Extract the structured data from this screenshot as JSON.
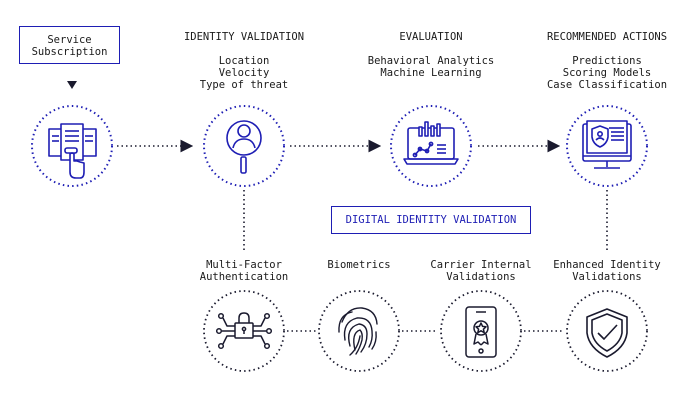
{
  "service_box": {
    "lines": [
      "Service",
      "Subscription"
    ]
  },
  "top_stages": [
    {
      "title": "IDENTITY VALIDATION",
      "items": [
        "Location",
        "Velocity",
        "Type of threat"
      ]
    },
    {
      "title": "EVALUATION",
      "items": [
        "Behavioral Analytics",
        "Machine Learning"
      ]
    },
    {
      "title": "RECOMMENDED ACTIONS",
      "items": [
        "Predictions",
        "Scoring Models",
        "Case Classification"
      ]
    }
  ],
  "center_label": "DIGITAL IDENTITY VALIDATION",
  "bottom_stages": [
    {
      "lines": [
        "Multi-Factor",
        "Authentication"
      ]
    },
    {
      "lines": [
        "Biometrics"
      ]
    },
    {
      "lines": [
        "Carrier Internal",
        "Validations"
      ]
    },
    {
      "lines": [
        "Enhanced Identity",
        "Validations"
      ]
    }
  ],
  "icons": {
    "top": [
      "documents-hand-icon",
      "user-search-icon",
      "laptop-analytics-icon",
      "monitor-shield-icon"
    ],
    "bottom": [
      "lock-circuit-icon",
      "fingerprint-icon",
      "phone-badge-icon",
      "shield-check-icon"
    ]
  },
  "colors": {
    "accent": "#1e1eb4",
    "dots": "#1a1a2e"
  }
}
